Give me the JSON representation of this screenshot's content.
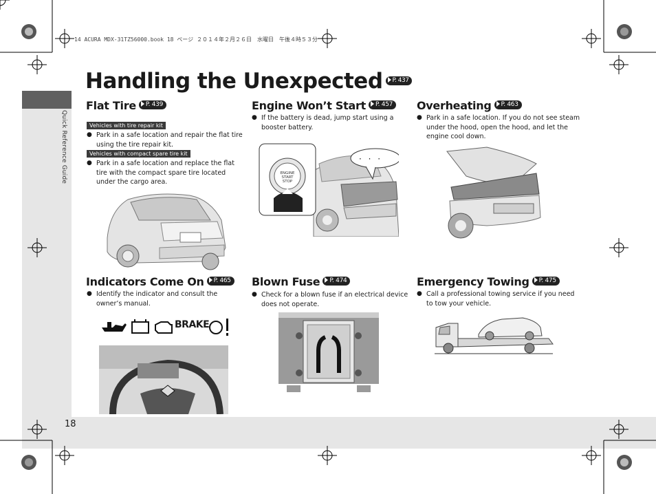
{
  "print_header": "14 ACURA MDX-31TZ56000.book  18 ページ  ２０１４年２月２６日　水曜日　午後４時５３分",
  "sidebar": {
    "label": "Quick Reference Guide"
  },
  "page_number": "18",
  "title": {
    "text": "Handling the Unexpected",
    "ref": "P. 437"
  },
  "sections": {
    "flat_tire": {
      "heading": "Flat Tire",
      "ref": "P. 439",
      "tag1": "Vehicles with tire repair kit",
      "bullet1": "Park in a safe location and repair the flat tire using the tire repair kit.",
      "tag2": "Vehicles with compact spare tire kit",
      "bullet2": "Park in a safe location and replace the flat tire with the compact spare tire located under the cargo area."
    },
    "engine_wont_start": {
      "heading": "Engine Won’t Start",
      "ref": "P. 457",
      "bullet1": "If the battery is dead, jump start using a booster battery.",
      "button_label": [
        "ENGINE",
        "START",
        "STOP"
      ],
      "bubble": "· · ·"
    },
    "overheating": {
      "heading": "Overheating",
      "ref": "P. 463",
      "bullet1": "Park in a safe location. If you do not see steam under the hood, open the hood, and let the engine cool down."
    },
    "indicators": {
      "heading": "Indicators Come On",
      "ref": "P. 465",
      "bullet1": "Identify the indicator and consult the owner’s manual.",
      "brake_label": "BRAKE"
    },
    "blown_fuse": {
      "heading": "Blown Fuse",
      "ref": "P. 474",
      "bullet1": "Check for a blown fuse if an electrical device does not operate."
    },
    "towing": {
      "heading": "Emergency Towing",
      "ref": "P. 475",
      "bullet1": "Call a professional towing service if you need to tow your vehicle."
    }
  }
}
